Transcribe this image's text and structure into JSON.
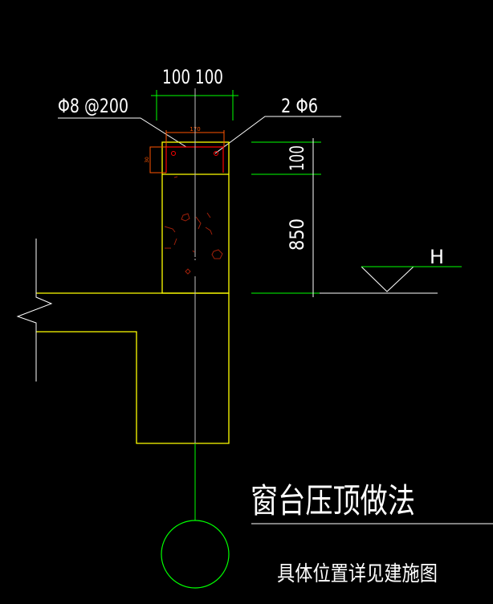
{
  "drawing": {
    "top_dimension": "100 100",
    "rebar_stirrup_label": "Φ8 @200",
    "rebar_main_label": "2 Φ6",
    "width_dimension": "170",
    "cover_dimension": "30",
    "height_dim_top": "100",
    "height_dim_main": "850",
    "level_mark": "H",
    "title": "窗台压顶做法",
    "subtitle": "具体位置详见建施图"
  },
  "colors": {
    "background": "#000000",
    "wall": "#ffff00",
    "dimension": "#00ff00",
    "rebar": "#ff0000",
    "hatch": "#a0200a",
    "text": "#ffffff",
    "centerline": "#bfbfbf"
  }
}
